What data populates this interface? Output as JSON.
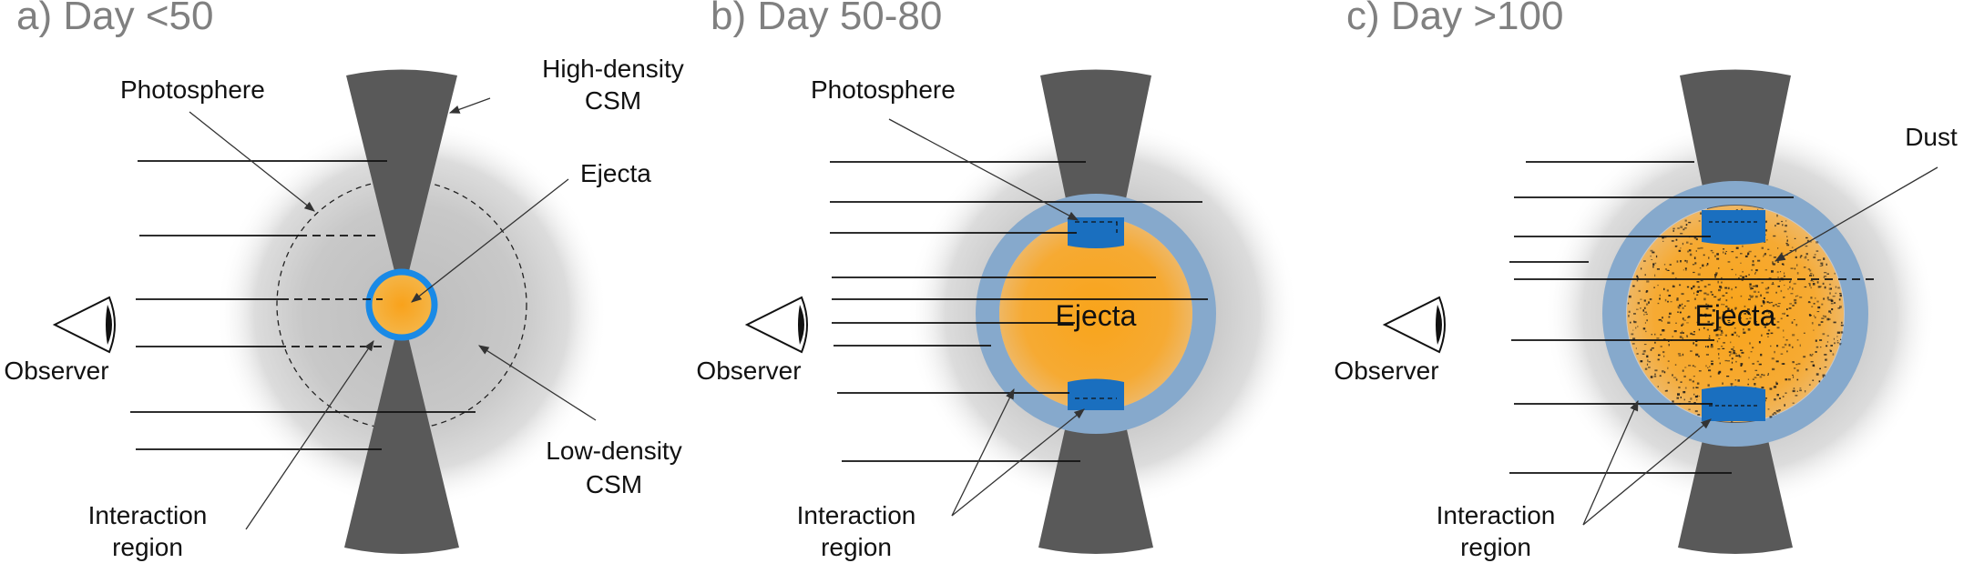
{
  "panels": [
    {
      "title": "a)  Day <50",
      "labels": {
        "photosphere": "Photosphere",
        "csm_high": [
          "High-density",
          "CSM"
        ],
        "ejecta": "Ejecta",
        "observer": "Observer",
        "csm_low": [
          "Low-density",
          "CSM"
        ],
        "interaction": [
          "Interaction",
          "region"
        ]
      }
    },
    {
      "title": "b)  Day 50-80",
      "labels": {
        "photosphere": "Photosphere",
        "ejecta": "Ejecta",
        "observer": "Observer",
        "interaction": [
          "Interaction",
          "region"
        ]
      }
    },
    {
      "title": "c)  Day >100",
      "labels": {
        "dust": "Dust",
        "ejecta": "Ejecta",
        "observer": "Observer",
        "interaction": [
          "Interaction",
          "region"
        ]
      }
    }
  ],
  "colors": {
    "title": "#808080",
    "cone": "#595959",
    "csm_glow": "#c4c4c4",
    "ejecta": "#f7a81f",
    "interaction": "#1a6fbf",
    "shell": "#86a9cc"
  }
}
